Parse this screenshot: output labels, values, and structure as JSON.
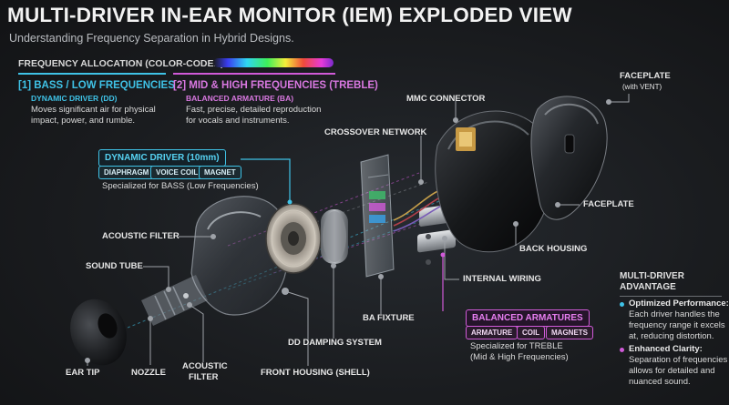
{
  "title": "MULTI-DRIVER IN-EAR MONITOR (IEM) EXPLODED VIEW",
  "subtitle": "Understanding Frequency Separation in Hybrid Designs.",
  "frequency_allocation": {
    "heading": "FREQUENCY ALLOCATION (COLOR-CODED)",
    "bass": {
      "title": "[1] BASS / LOW FREQUENCIES",
      "subtitle": "DYNAMIC DRIVER (DD)",
      "desc_1": "Moves significant air for physical",
      "desc_2": "impact, power, and rumble."
    },
    "mid_high": {
      "title": "[2] MID & HIGH FREQUENCIES (TREBLE)",
      "subtitle": "BALANCED ARMATURE (BA)",
      "desc_1": "Fast, precise, detailed reproduction",
      "desc_2": "for vocals and instruments."
    }
  },
  "dynamic_driver": {
    "label": "DYNAMIC DRIVER (10mm)",
    "parts": [
      "DIAPHRAGM",
      "VOICE COIL",
      "MAGNET"
    ],
    "note": "Specialized for BASS (Low Frequencies)"
  },
  "balanced_armatures": {
    "label": "BALANCED ARMATURES",
    "parts": [
      "ARMATURE",
      "COIL",
      "MAGNETS"
    ],
    "note_1": "Specialized for TREBLE",
    "note_2": "(Mid & High Frequencies)"
  },
  "labels": {
    "crossover": "CROSSOVER NETWORK",
    "mmc": "MMC CONNECTOR",
    "faceplate_top_1": "FACEPLATE",
    "faceplate_top_2": "(with VENT)",
    "faceplate": "FACEPLATE",
    "back_housing": "BACK HOUSING",
    "internal_wiring": "INTERNAL WIRING",
    "acoustic_filter_left": "ACOUSTIC FILTER",
    "sound_tube": "SOUND TUBE",
    "ba_fixture": "BA FIXTURE",
    "dd_damping": "DD DAMPING SYSTEM",
    "ear_tip": "EAR TIP",
    "nozzle": "NOZZLE",
    "acoustic_filter_bottom_1": "ACOUSTIC",
    "acoustic_filter_bottom_2": "FILTER",
    "front_housing": "FRONT HOUSING (SHELL)"
  },
  "advantage": {
    "title_1": "MULTI-DRIVER",
    "title_2": "ADVANTAGE",
    "item1_title": "Optimized Performance:",
    "item1_l1": "Each driver handles the",
    "item1_l2": "frequency range it excels",
    "item1_l3": "at, reducing distortion.",
    "item2_title": "Enhanced Clarity:",
    "item2_l1": "Separation of frequencies",
    "item2_l2": "allows for detailed and",
    "item2_l3": "nuanced sound."
  },
  "colors": {
    "bass_accent": "#3fc2e6",
    "treble_accent": "#d05ad8",
    "background": "#1a1c1f"
  }
}
